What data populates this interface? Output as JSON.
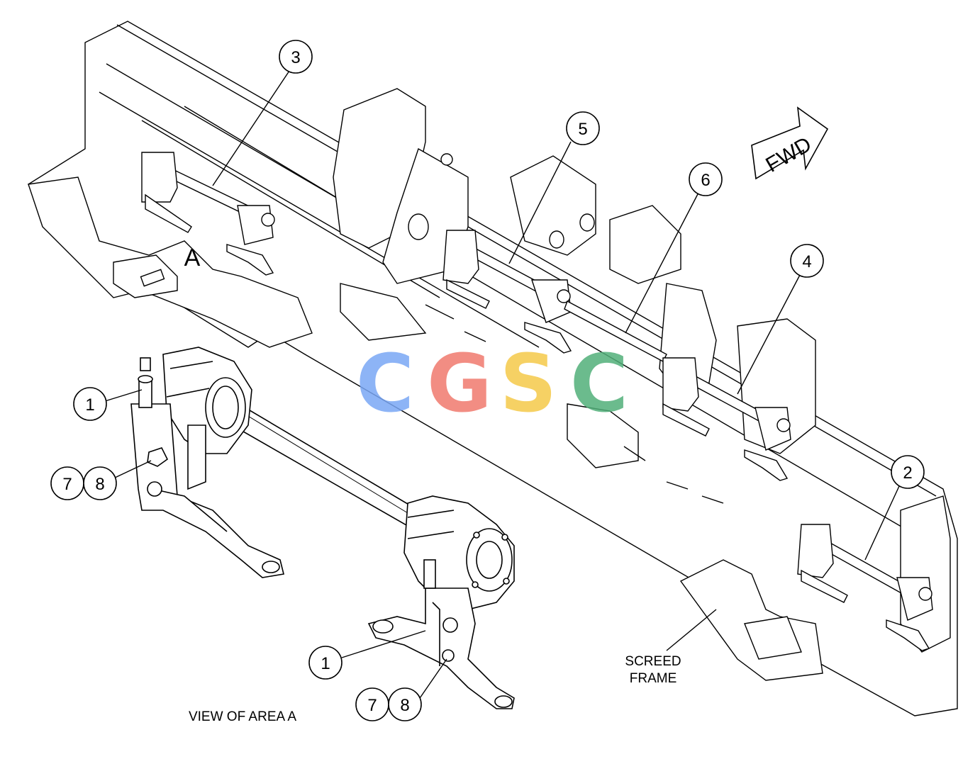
{
  "callouts": [
    {
      "number": "1"
    },
    {
      "number": "1"
    },
    {
      "number": "2"
    },
    {
      "number": "3"
    },
    {
      "number": "4"
    },
    {
      "number": "5"
    },
    {
      "number": "6"
    },
    {
      "number": "7"
    },
    {
      "number": "8"
    },
    {
      "number": "7"
    },
    {
      "number": "8"
    }
  ],
  "labels": {
    "area_letter": "A",
    "view_label": "VIEW OF AREA A",
    "screed_frame_line1": "SCREED",
    "screed_frame_line2": "FRAME",
    "fwd_arrow": "FWD"
  },
  "watermark": {
    "letters": [
      "C",
      "G",
      "S",
      "C"
    ],
    "colors": [
      "#7aa7f5",
      "#f07a6e",
      "#f5c94a",
      "#52b07a"
    ]
  }
}
